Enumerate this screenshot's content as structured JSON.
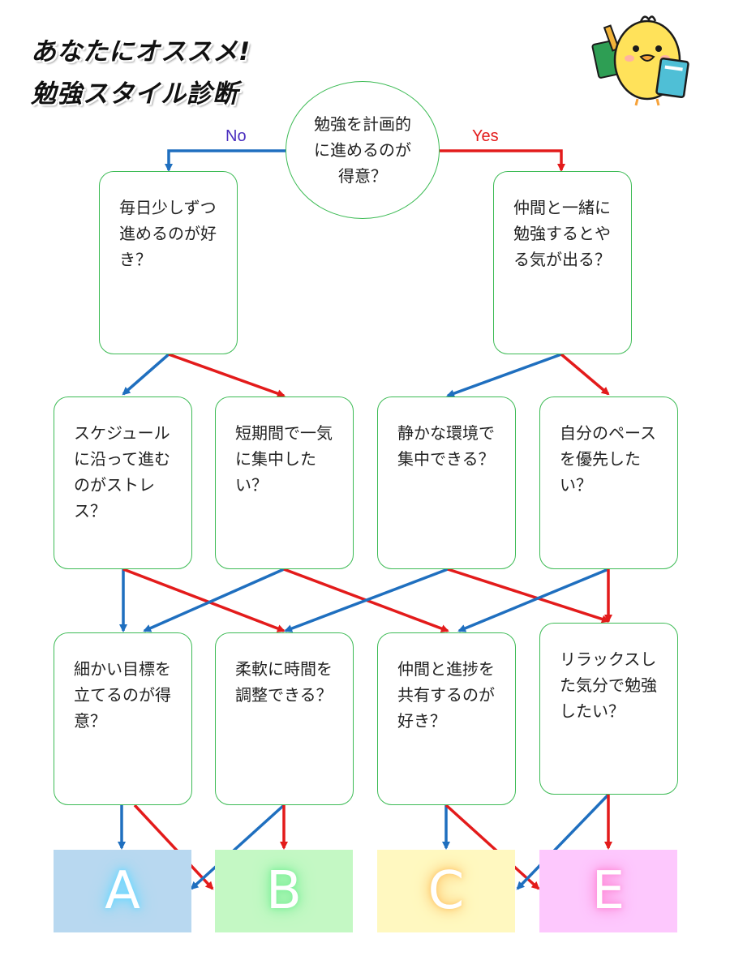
{
  "title": {
    "line1": "あなたにオススメ!",
    "line2": "勉強スタイル診断"
  },
  "edge_labels": {
    "no": "No",
    "yes": "Yes"
  },
  "colors": {
    "no_arrow": "#1f6fbf",
    "yes_arrow": "#e31b1b",
    "node_border": "#3dbb55",
    "no_label": "#4b2fbf",
    "yes_label": "#e31b1b"
  },
  "questions": {
    "q_start": "勉強を計画的に進めるのが得意？",
    "q_no": "毎日少しずつ進めるのが好き？",
    "q_yes": "仲間と一緒に勉強するとやる気が出る？",
    "q_schedule": "スケジュールに沿って進むのがストレス？",
    "q_short": "短期間で一気に集中したい？",
    "q_quiet": "静かな環境で集中できる？",
    "q_pace": "自分のペースを優先したい？",
    "q_goals": "細かい目標を立てるのが得意？",
    "q_flexible": "柔軟に時間を調整できる？",
    "q_share": "仲間と進捗を共有するのが好き？",
    "q_relax": "リラックスした気分で勉強したい？"
  },
  "results": [
    {
      "letter": "A",
      "color": "#b8d8f0",
      "glow": "#6fd8ff"
    },
    {
      "letter": "B",
      "color": "#c4f8c4",
      "glow": "#7ff09a"
    },
    {
      "letter": "C",
      "color": "#fff8c0",
      "glow": "#ffc76b"
    },
    {
      "letter": "E",
      "color": "#fdc8fd",
      "glow": "#ff8ad8"
    }
  ],
  "illustration": {
    "icon": "chick-with-books"
  }
}
